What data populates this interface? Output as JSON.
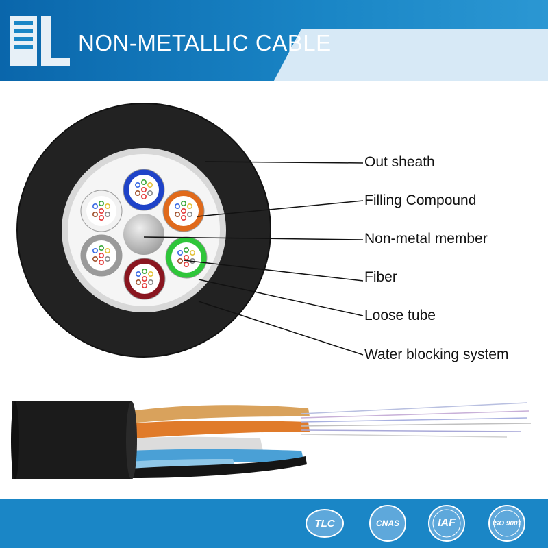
{
  "header": {
    "title": "NON-METALLIC CABLE",
    "logo_icon": "company-logo-icon",
    "colors": {
      "banner_dark": "#0e72b5",
      "banner_light": "#dfeef8"
    }
  },
  "labels": [
    {
      "id": "out_sheath",
      "text": "Out sheath"
    },
    {
      "id": "filling_compound",
      "text": "Filling Compound"
    },
    {
      "id": "non_metal_member",
      "text": "Non-metal member"
    },
    {
      "id": "fiber",
      "text": "Fiber"
    },
    {
      "id": "loose_tube",
      "text": "Loose tube"
    },
    {
      "id": "water_blocking",
      "text": "Water blocking system"
    }
  ],
  "tube_colors": [
    "#1f43c8",
    "#e06a1c",
    "#2fc63a",
    "#8a1620",
    "#9a9a9a",
    "#f2f2f2"
  ],
  "fiber_colors": [
    "#e43a3a",
    "#3a6ae4",
    "#3aa83a",
    "#e4c23a",
    "#a0522d",
    "#888888"
  ],
  "footer": {
    "certifications": [
      {
        "name": "TLC",
        "text": "TLC"
      },
      {
        "name": "CNAS",
        "text": "CNAS"
      },
      {
        "name": "IAF",
        "text": "IAF"
      },
      {
        "name": "ISO 9001",
        "text": "ISO 9001"
      }
    ],
    "color": "#1a86c6"
  }
}
